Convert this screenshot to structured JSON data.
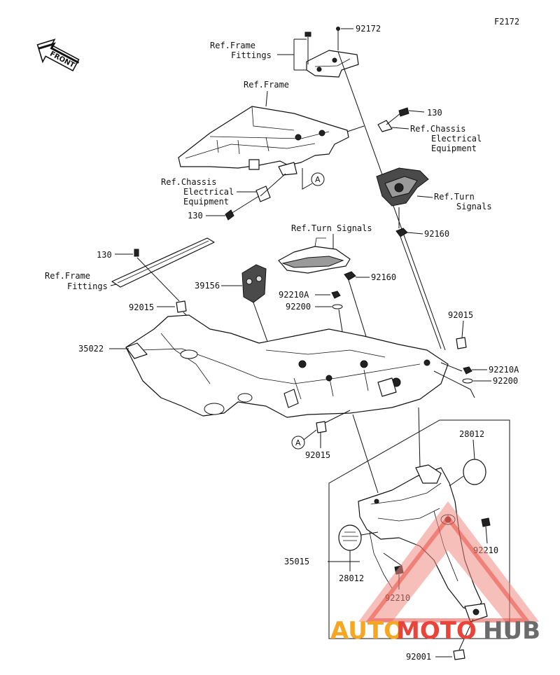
{
  "diagram_code": "F2172",
  "front_arrow": "FRONT",
  "ref_labels": {
    "frame_fittings_top": [
      "Ref.Frame",
      "Fittings"
    ],
    "frame": "Ref.Frame",
    "chassis_electrical_right": [
      "Ref.Chassis",
      "Electrical",
      "Equipment"
    ],
    "chassis_electrical_left": [
      "Ref.Chassis",
      "Electrical",
      "Equipment"
    ],
    "turn_signals_right": [
      "Ref.Turn",
      "Signals"
    ],
    "turn_signals_mid": "Ref.Turn Signals",
    "frame_fittings_left": [
      "Ref.Frame",
      "Fittings"
    ]
  },
  "callout_letter": "A",
  "part_numbers": {
    "p92172": "92172",
    "p130_right": "130",
    "p130_left_bottom": "130",
    "p92160_right": "92160",
    "p130_left": "130",
    "p92160_mid": "92160",
    "p39156": "39156",
    "p92210A_mid": "92210A",
    "p92200_mid": "92200",
    "p92015_left": "92015",
    "p92015_right": "92015",
    "p35022": "35022",
    "p92210A_right": "92210A",
    "p92200_right": "92200",
    "p92015_bottom": "92015",
    "p28012_right": "28012",
    "p35015": "35015",
    "p28012_left": "28012",
    "p92210_right": "92210",
    "p92210_left": "92210",
    "p92001": "92001"
  },
  "watermark": {
    "part1": "AUTO",
    "part2": "MOTO",
    "part3": "HUB",
    "color_orange": "#f5a623",
    "color_red": "#e8443a",
    "color_grey": "#6b6b6b"
  }
}
